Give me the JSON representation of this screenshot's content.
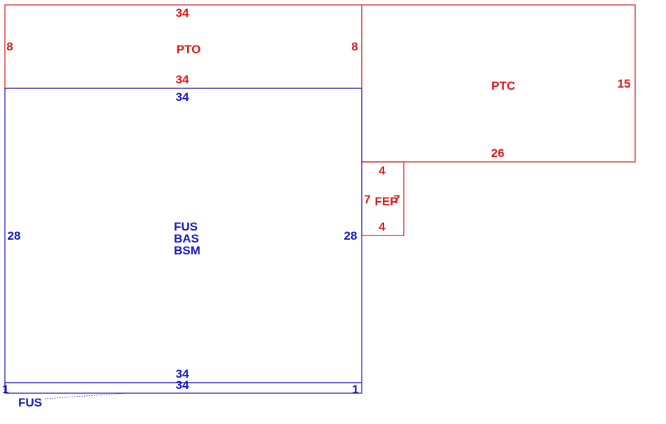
{
  "colors": {
    "red": "#e01515",
    "blue": "#1515c8"
  },
  "regions": {
    "pto": {
      "name": "PTO",
      "top": "34",
      "bottom": "34",
      "left": "8",
      "right": "8"
    },
    "ptc": {
      "name": "PTC",
      "bottom": "26",
      "right": "15"
    },
    "fep": {
      "name": "FEP",
      "top": "4",
      "bottom": "4",
      "left": "7",
      "right": "7"
    },
    "main": {
      "names": [
        "FUS",
        "BAS",
        "BSM"
      ],
      "top": "34",
      "bottom": "34",
      "left": "28",
      "right": "28"
    },
    "strip": {
      "top": "34",
      "left": "1",
      "right": "1",
      "callout": "FUS"
    }
  }
}
